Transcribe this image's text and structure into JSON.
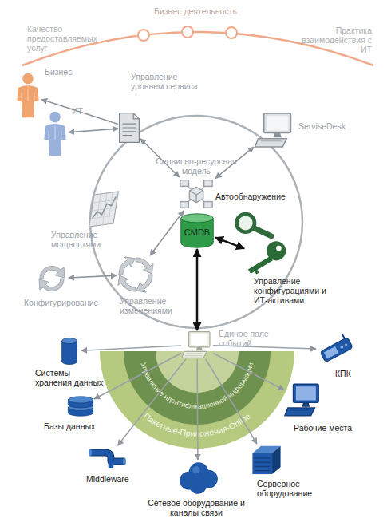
{
  "diagram": {
    "nodes": [
      {
        "text": [
          "Бизнес"
        ]
      },
      {
        "text": [
          "ИТ"
        ]
      },
      {
        "text": [
          "Управление уровнем сервиса"
        ]
      },
      {
        "text": [
          "ServiseDesk"
        ]
      },
      {
        "text": [
          "Сервисно-ресурсная модель"
        ]
      },
      {
        "text": [
          "CMDB"
        ]
      },
      {
        "text": [
          "Автообнаружение"
        ]
      },
      {
        "text": [
          "Управление мощностями"
        ]
      },
      {
        "text": [
          "Конфигурирование"
        ]
      },
      {
        "text": [
          "Управление изменениями"
        ]
      },
      {
        "text": [
          "Управление конфигурациями и ИТ-активами"
        ]
      },
      {
        "text": [
          "Управление идентификационной информации",
          "Пакетные-Приложения-Online"
        ]
      },
      {
        "text": [
          "Единое поле событий"
        ],
        "in": 11
      },
      {
        "text": [
          "Системы хранения данных"
        ]
      },
      {
        "text": [
          "Базы данных"
        ]
      },
      {
        "text": [
          "Middleware"
        ]
      },
      {
        "text": [
          "Сетевое оборудование и каналы связи"
        ]
      },
      {
        "text": [
          "Серверное оборудование"
        ]
      },
      {
        "text": [
          "Рабочие места"
        ]
      },
      {
        "text": [
          "КПК"
        ]
      }
    ],
    "edges": [
      {
        "from": 2,
        "to": 0,
        "arrow": "to"
      },
      {
        "from": 1,
        "to": 2,
        "arrow": "both"
      },
      {
        "from": 2,
        "to": 4,
        "arrow": "both"
      },
      {
        "from": 3,
        "to": 4,
        "arrow": "both"
      },
      {
        "from": 9,
        "to": 4,
        "arrow": "both"
      },
      {
        "from": 8,
        "to": 9,
        "arrow": "both"
      },
      {
        "from": 5,
        "to": 10,
        "arrow": "both"
      },
      {
        "from": 5,
        "to": 12,
        "arrow": "both"
      },
      {
        "from": 12,
        "to": 13,
        "arrow": "to"
      },
      {
        "from": 12,
        "to": 14,
        "arrow": "to"
      },
      {
        "from": 12,
        "to": 15,
        "arrow": "to"
      },
      {
        "from": 12,
        "to": 16,
        "arrow": "to"
      },
      {
        "from": 12,
        "to": 17,
        "arrow": "to"
      },
      {
        "from": 12,
        "to": 18,
        "arrow": "to"
      },
      {
        "from": 12,
        "to": 19,
        "arrow": "to"
      }
    ],
    "labels": [
      "Бизнес деятельность",
      "Качество предоставляемых услуг",
      "Практика взаимодействия с ИТ"
    ]
  }
}
